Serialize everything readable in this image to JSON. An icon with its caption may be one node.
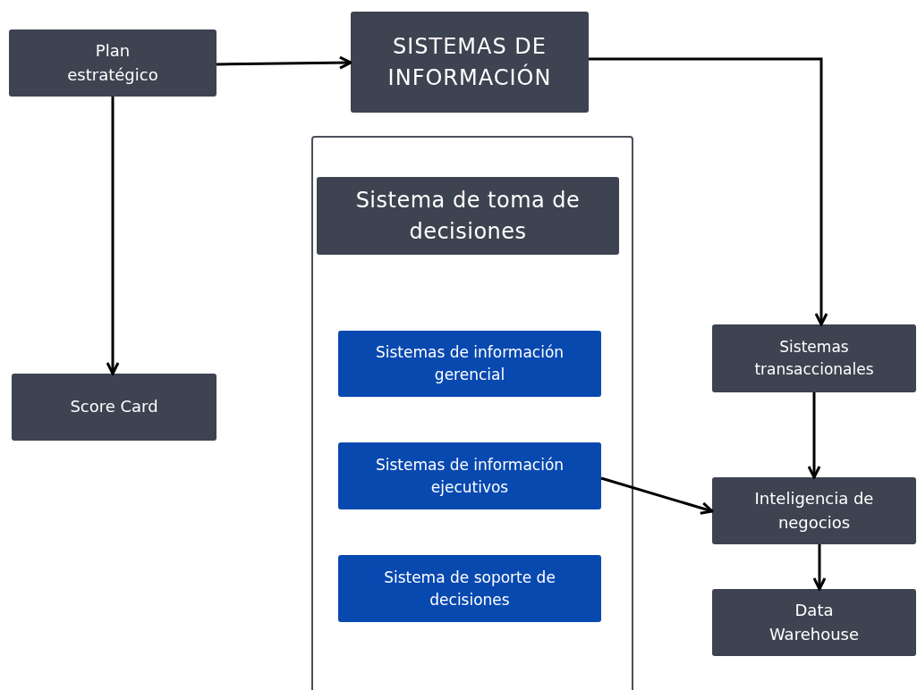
{
  "diagram": {
    "nodes": [
      {
        "text": [
          "Plan estratégico"
        ]
      },
      {
        "text": [
          "SISTEMAS DE INFORMACIÓN"
        ]
      },
      {
        "text": [],
        "shape": "box"
      },
      {
        "text": [
          "Sistema de toma de decisiones"
        ],
        "in": 2
      },
      {
        "text": [
          "Sistemas de información gerencial"
        ],
        "in": 2
      },
      {
        "text": [
          "Sistemas de información ejecutivos"
        ],
        "in": 2
      },
      {
        "text": [
          "Sistema de soporte de decisiones"
        ],
        "in": 2
      },
      {
        "text": [
          "Score Card"
        ]
      },
      {
        "text": [
          "Sistemas transaccionales"
        ]
      },
      {
        "text": [
          "Inteligencia de negocios"
        ]
      },
      {
        "text": [
          "Data Warehouse"
        ]
      }
    ],
    "edges": [
      {
        "from": 0,
        "to": 1,
        "arrow": "to"
      },
      {
        "from": 0,
        "to": 7,
        "arrow": "to"
      },
      {
        "from": 1,
        "to": 8,
        "arrow": "to"
      },
      {
        "from": 8,
        "to": 9,
        "arrow": "to"
      },
      {
        "from": 5,
        "to": 9,
        "arrow": "to"
      },
      {
        "from": 9,
        "to": 10,
        "arrow": "to"
      }
    ]
  }
}
